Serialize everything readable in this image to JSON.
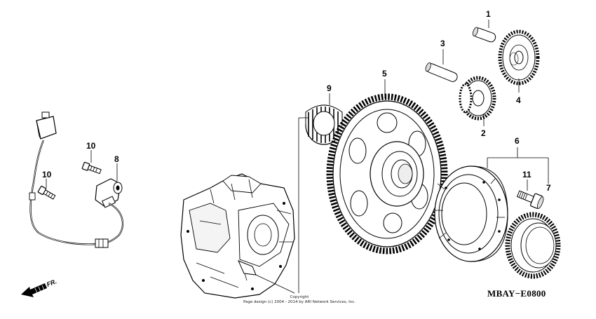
{
  "callouts": {
    "c1": "1",
    "c2": "2",
    "c3": "3",
    "c4": "4",
    "c5": "5",
    "c6": "6",
    "c7": "7",
    "c8": "8",
    "c9": "9",
    "c10a": "10",
    "c10b": "10",
    "c11": "11"
  },
  "diagram_code": "MBAY−E0800",
  "front_label": "FR.",
  "copyright": {
    "line1": "Copyright",
    "line2": "Page design (c) 2004 - 2014 by ARI Network Services, Inc."
  }
}
